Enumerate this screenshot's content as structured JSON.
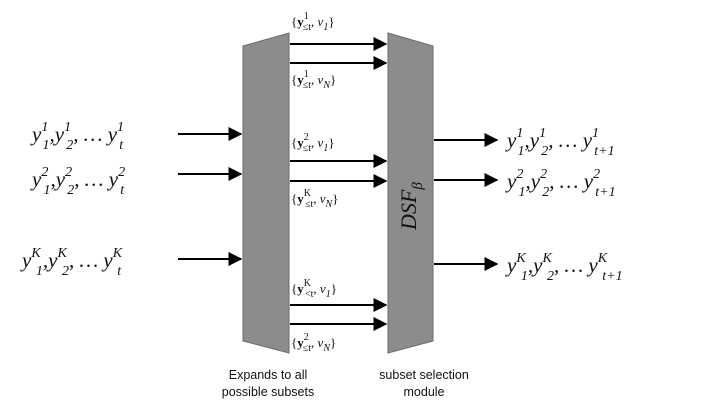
{
  "inputs": [
    {
      "first": "1",
      "second": "2",
      "last": "t",
      "sup": "1"
    },
    {
      "first": "1",
      "second": "2",
      "last": "t",
      "sup": "2"
    },
    {
      "first": "1",
      "second": "2",
      "last": "t",
      "sup": "K"
    }
  ],
  "outputs": [
    {
      "first": "1",
      "second": "2",
      "last": "t+1",
      "sup": "1"
    },
    {
      "first": "1",
      "second": "2",
      "last": "t+1",
      "sup": "2"
    },
    {
      "first": "1",
      "second": "2",
      "last": "t+1",
      "sup": "K"
    }
  ],
  "subsets": [
    {
      "sup": "1",
      "sub": "≤t",
      "v": "v",
      "vsub": "1"
    },
    {
      "sup": "1",
      "sub": "≤t",
      "v": "v",
      "vsub": "N"
    },
    {
      "sup": "2",
      "sub": "≤t",
      "v": "v",
      "vsub": "1"
    },
    {
      "sup": "K",
      "sub": "≤t",
      "v": "v",
      "vsub": "N"
    },
    {
      "sup": "K",
      "sub": "<t",
      "v": "v",
      "vsub": "1"
    },
    {
      "sup": "2",
      "sub": "≤t",
      "v": "v",
      "vsub": "N"
    }
  ],
  "module_label": {
    "main": "DSF",
    "sub": "β"
  },
  "captions": {
    "expand_line1": "Expands to all",
    "expand_line2": "possible subsets",
    "select_line1": "subset selection",
    "select_line2": "module"
  },
  "colors": {
    "block_fill": "#8c8c8c",
    "block_stroke": "#666666",
    "arrow": "#000000"
  }
}
